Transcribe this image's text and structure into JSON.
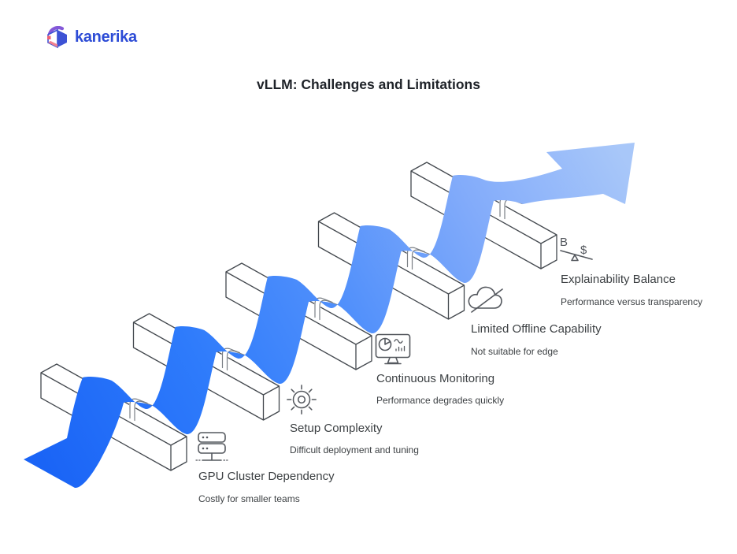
{
  "logo": {
    "text": "kanerika"
  },
  "title": "vLLM: Challenges and Limitations",
  "diagram": {
    "items": [
      {
        "icon": "server-icon",
        "label": "GPU Cluster Dependency",
        "description": "Costly for smaller teams"
      },
      {
        "icon": "sun-gear-icon",
        "label": "Setup Complexity",
        "description": "Difficult deployment and tuning"
      },
      {
        "icon": "monitor-chart-icon",
        "label": "Continuous Monitoring",
        "description": "Performance degrades quickly"
      },
      {
        "icon": "cloud-off-icon",
        "label": "Limited Offline Capability",
        "description": "Not suitable for edge"
      },
      {
        "icon": "balance-icon",
        "label": "Explainability Balance",
        "description": "Performance versus transparency",
        "icon_chars": {
          "left": "B",
          "right": "$"
        }
      }
    ],
    "colors": {
      "g0": "#1a64f6",
      "g1": "#2e7bfb",
      "g2": "#5190fb",
      "g3": "#82abfa",
      "g4": "#a8c7f9",
      "bar_outline": "#43484e",
      "icon_stroke": "#54585e"
    }
  }
}
